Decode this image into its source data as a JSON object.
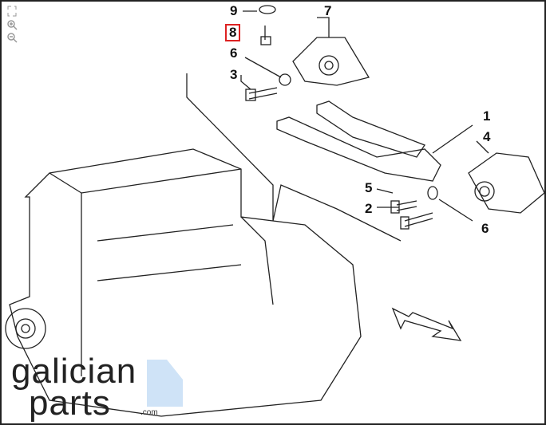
{
  "toolbar": {
    "fit_icon": "fit-screen-icon",
    "zoom_in_icon": "zoom-in-icon",
    "zoom_out_icon": "zoom-out-icon"
  },
  "callouts": [
    {
      "id": "9",
      "label": "9"
    },
    {
      "id": "8",
      "label": "8",
      "selected": true
    },
    {
      "id": "7",
      "label": "7"
    },
    {
      "id": "6a",
      "label": "6"
    },
    {
      "id": "3",
      "label": "3"
    },
    {
      "id": "1",
      "label": "1"
    },
    {
      "id": "4",
      "label": "4"
    },
    {
      "id": "5",
      "label": "5"
    },
    {
      "id": "2",
      "label": "2"
    },
    {
      "id": "6b",
      "label": "6"
    }
  ],
  "watermark": {
    "line1": "galician",
    "line2": "parts",
    "suffix": ".com"
  },
  "colors": {
    "selected": "#dd2222",
    "logo_shape": "#cfe3f7"
  }
}
